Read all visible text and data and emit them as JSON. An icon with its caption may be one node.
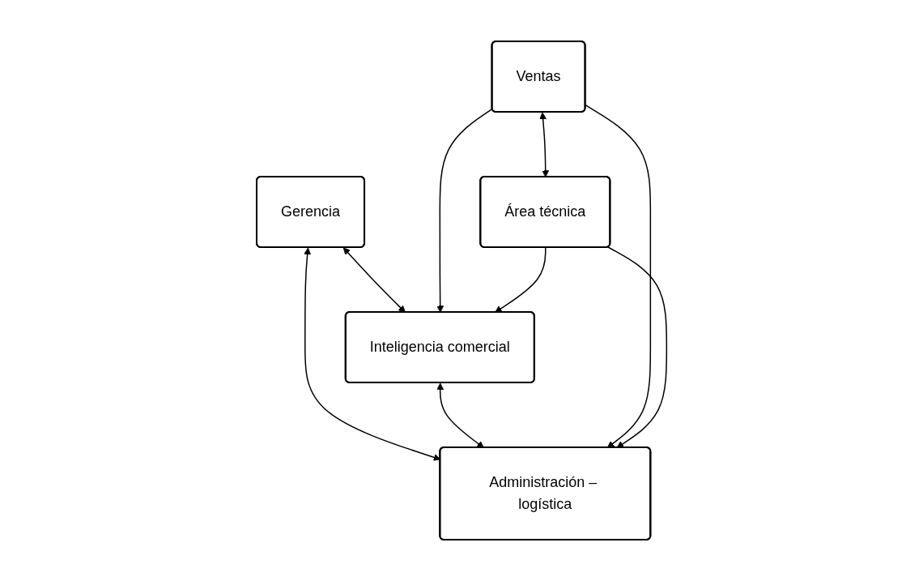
{
  "diagram": {
    "nodes": [
      {
        "text": [
          "Gerencia"
        ]
      },
      {
        "text": [
          "Inteligencia comercial"
        ]
      },
      {
        "text": [
          "Administración – logística"
        ]
      },
      {
        "text": [
          "Ventas"
        ]
      },
      {
        "text": [
          "Área técnica"
        ]
      }
    ],
    "edges": [
      {
        "from": 0,
        "to": 1,
        "arrow": "both"
      },
      {
        "from": 0,
        "to": 2,
        "arrow": "both"
      },
      {
        "from": 1,
        "to": 2,
        "arrow": "both"
      },
      {
        "from": 3,
        "to": 1,
        "arrow": "to"
      },
      {
        "from": 3,
        "to": 2,
        "arrow": "to"
      },
      {
        "from": 4,
        "to": 1,
        "arrow": "to"
      },
      {
        "from": 4,
        "to": 2,
        "arrow": "to"
      },
      {
        "from": 3,
        "to": 4,
        "arrow": "both"
      }
    ]
  }
}
